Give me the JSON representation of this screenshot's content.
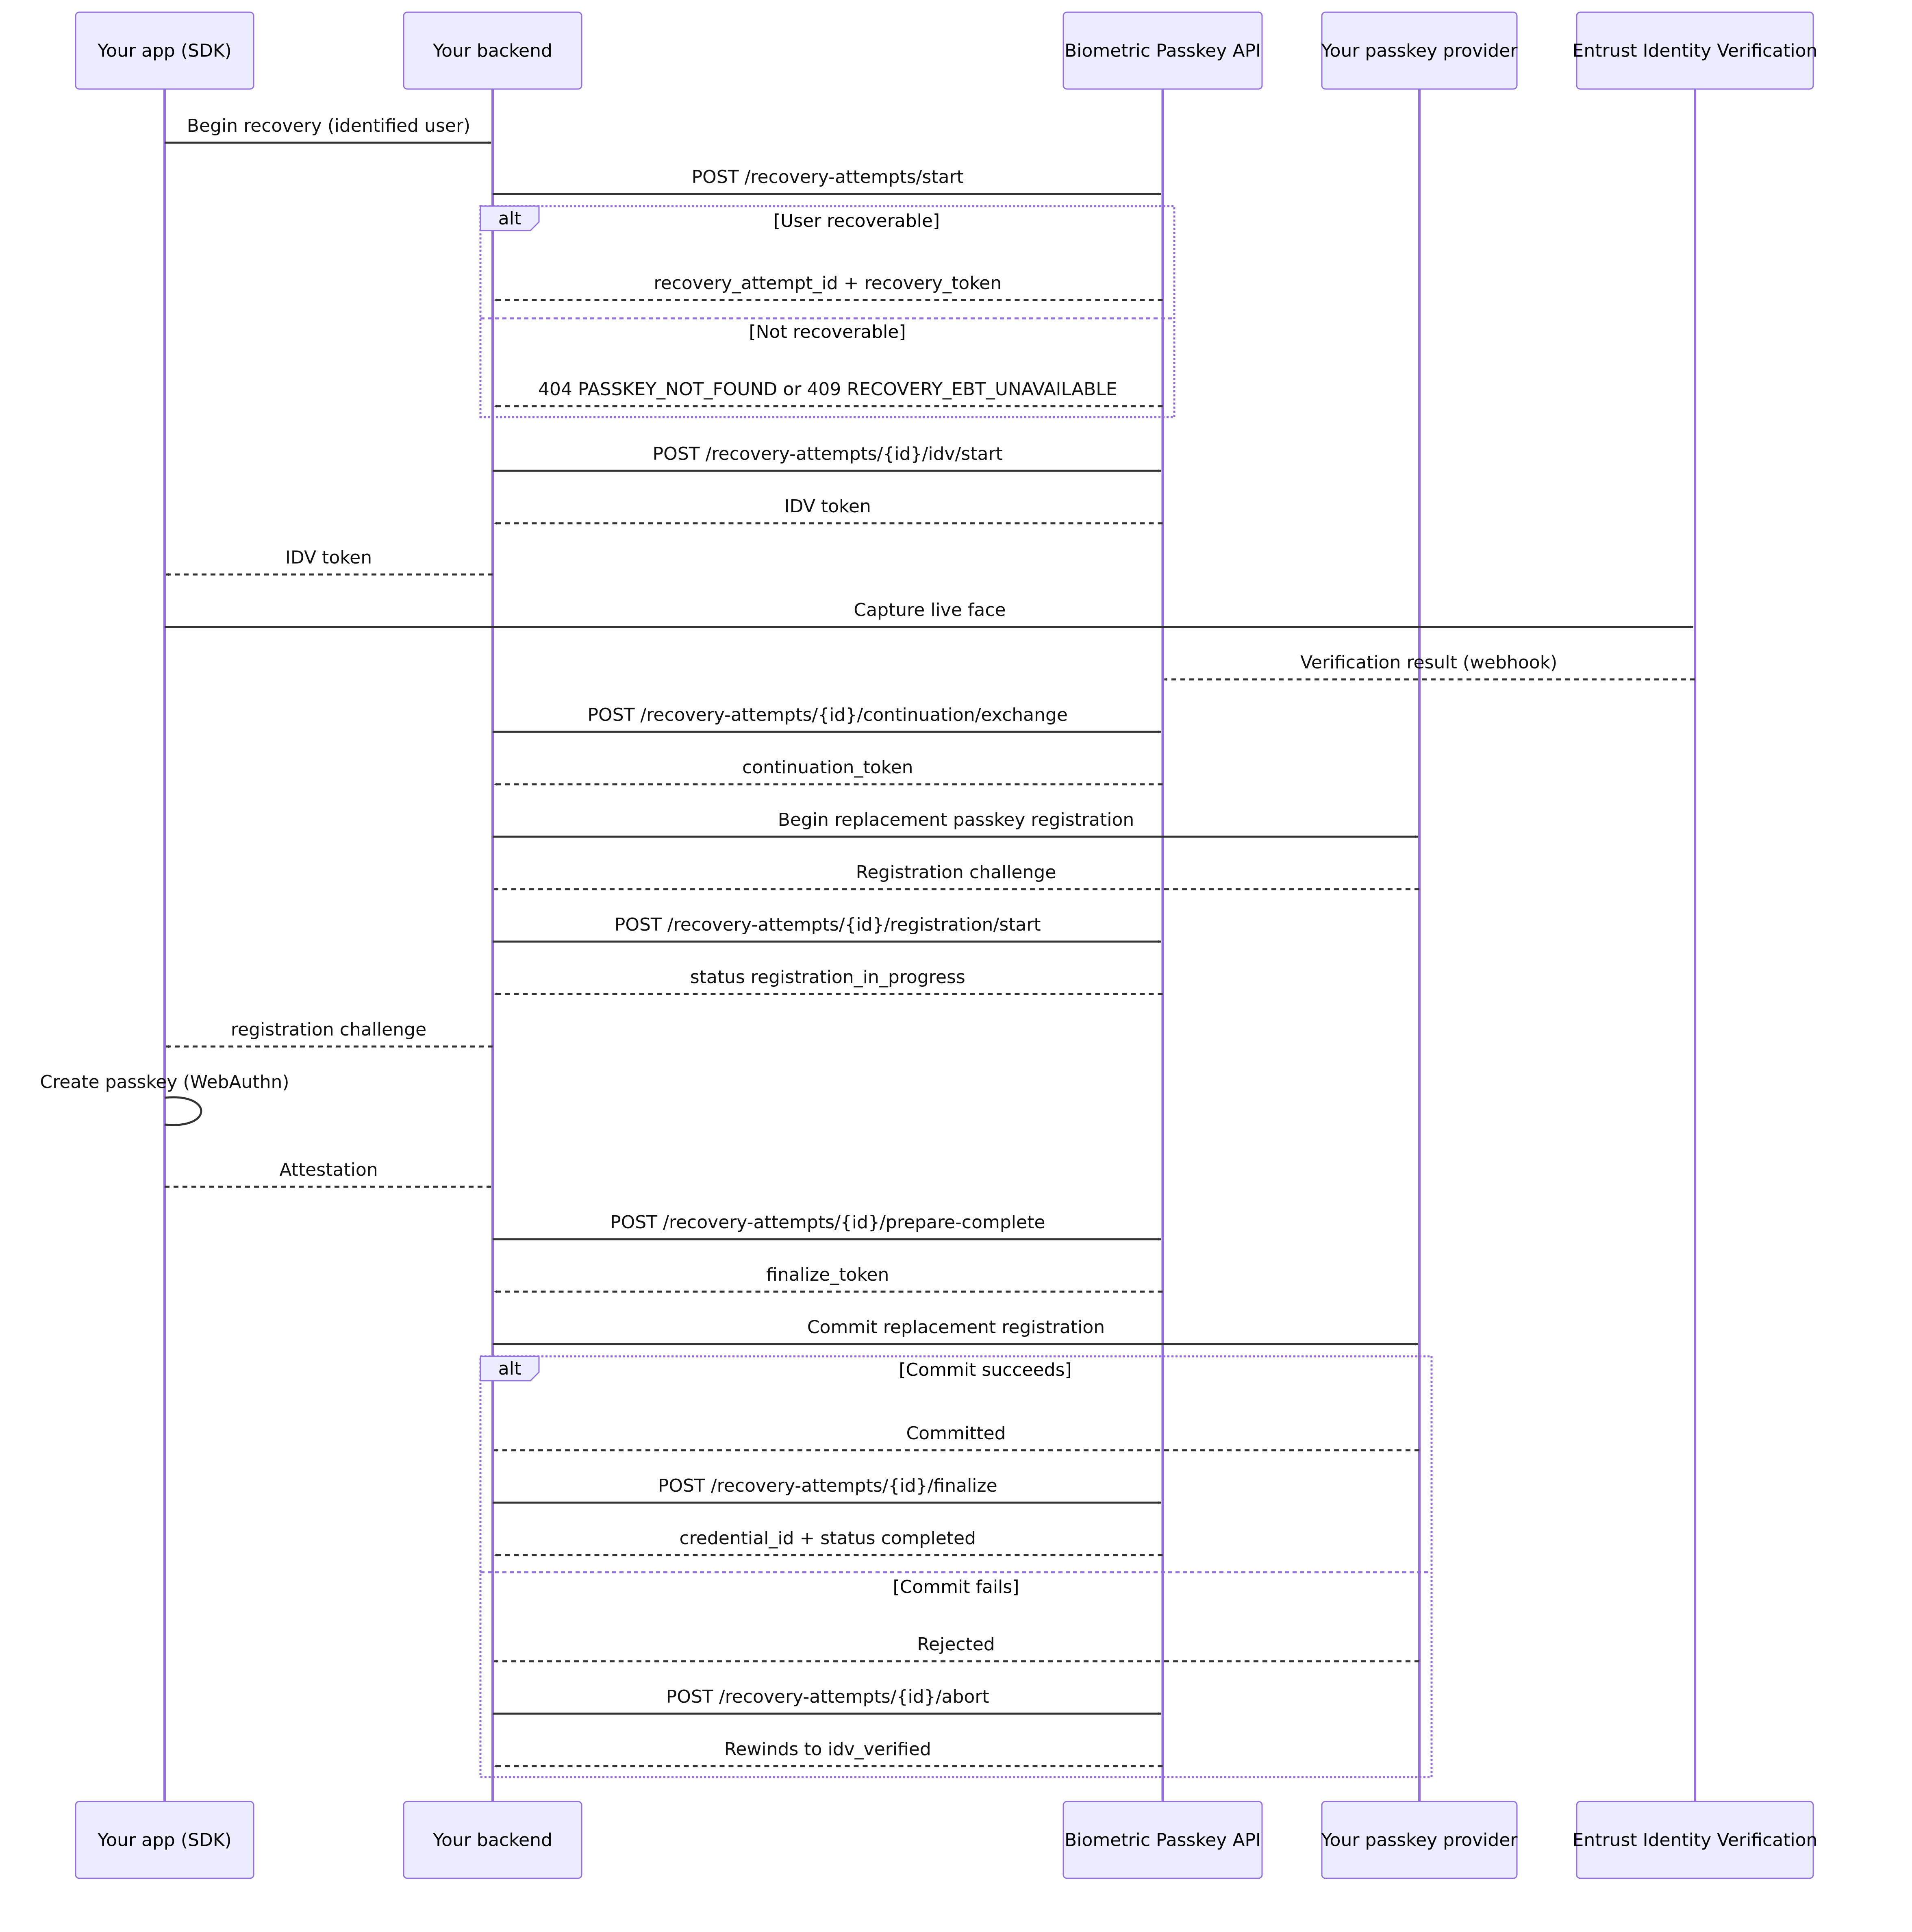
{
  "actors": [
    {
      "id": "app",
      "label": "Your app (SDK)"
    },
    {
      "id": "backend",
      "label": "Your backend"
    },
    {
      "id": "api",
      "label": "Biometric Passkey API"
    },
    {
      "id": "provider",
      "label": "Your passkey provider"
    },
    {
      "id": "idv",
      "label": "Entrust Identity Verification"
    }
  ],
  "messages": [
    {
      "from": "app",
      "to": "backend",
      "label": "Begin recovery (identified user)",
      "style": "solid"
    },
    {
      "from": "backend",
      "to": "api",
      "label": "POST /recovery-attempts/start",
      "style": "solid"
    },
    {
      "from": "api",
      "to": "backend",
      "label": "recovery_attempt_id + recovery_token",
      "style": "dashed"
    },
    {
      "from": "api",
      "to": "backend",
      "label": "404 PASSKEY_NOT_FOUND or 409 RECOVERY_EBT_UNAVAILABLE",
      "style": "dashed"
    },
    {
      "from": "backend",
      "to": "api",
      "label": "POST /recovery-attempts/{id}/idv/start",
      "style": "solid"
    },
    {
      "from": "api",
      "to": "backend",
      "label": "IDV token",
      "style": "dashed"
    },
    {
      "from": "backend",
      "to": "app",
      "label": "IDV token",
      "style": "dashed"
    },
    {
      "from": "app",
      "to": "idv",
      "label": "Capture live face",
      "style": "solid"
    },
    {
      "from": "idv",
      "to": "api",
      "label": "Verification result (webhook)",
      "style": "dashed"
    },
    {
      "from": "backend",
      "to": "api",
      "label": "POST /recovery-attempts/{id}/continuation/exchange",
      "style": "solid"
    },
    {
      "from": "api",
      "to": "backend",
      "label": "continuation_token",
      "style": "dashed"
    },
    {
      "from": "backend",
      "to": "provider",
      "label": "Begin replacement passkey registration",
      "style": "solid"
    },
    {
      "from": "provider",
      "to": "backend",
      "label": "Registration challenge",
      "style": "dashed"
    },
    {
      "from": "backend",
      "to": "api",
      "label": "POST /recovery-attempts/{id}/registration/start",
      "style": "solid"
    },
    {
      "from": "api",
      "to": "backend",
      "label": "status registration_in_progress",
      "style": "dashed"
    },
    {
      "from": "backend",
      "to": "app",
      "label": "registration challenge",
      "style": "dashed"
    },
    {
      "from": "app",
      "to": "app",
      "label": "Create passkey (WebAuthn)",
      "style": "self"
    },
    {
      "from": "app",
      "to": "backend",
      "label": "Attestation",
      "style": "dashed"
    },
    {
      "from": "backend",
      "to": "api",
      "label": "POST /recovery-attempts/{id}/prepare-complete",
      "style": "solid"
    },
    {
      "from": "api",
      "to": "backend",
      "label": "finalize_token",
      "style": "dashed"
    },
    {
      "from": "backend",
      "to": "provider",
      "label": "Commit replacement registration",
      "style": "solid"
    },
    {
      "from": "provider",
      "to": "backend",
      "label": "Committed",
      "style": "dashed"
    },
    {
      "from": "backend",
      "to": "api",
      "label": "POST /recovery-attempts/{id}/finalize",
      "style": "solid"
    },
    {
      "from": "api",
      "to": "backend",
      "label": "credential_id + status completed",
      "style": "dashed"
    },
    {
      "from": "provider",
      "to": "backend",
      "label": "Rejected",
      "style": "dashed"
    },
    {
      "from": "backend",
      "to": "api",
      "label": "POST /recovery-attempts/{id}/abort",
      "style": "solid"
    },
    {
      "from": "api",
      "to": "backend",
      "label": "Rewinds to idv_verified",
      "style": "dashed"
    }
  ],
  "alt_blocks": [
    {
      "tag": "alt",
      "conditions": [
        "[User recoverable]",
        "[Not recoverable]"
      ]
    },
    {
      "tag": "alt",
      "conditions": [
        "[Commit succeeds]",
        "[Commit fails]"
      ]
    }
  ]
}
